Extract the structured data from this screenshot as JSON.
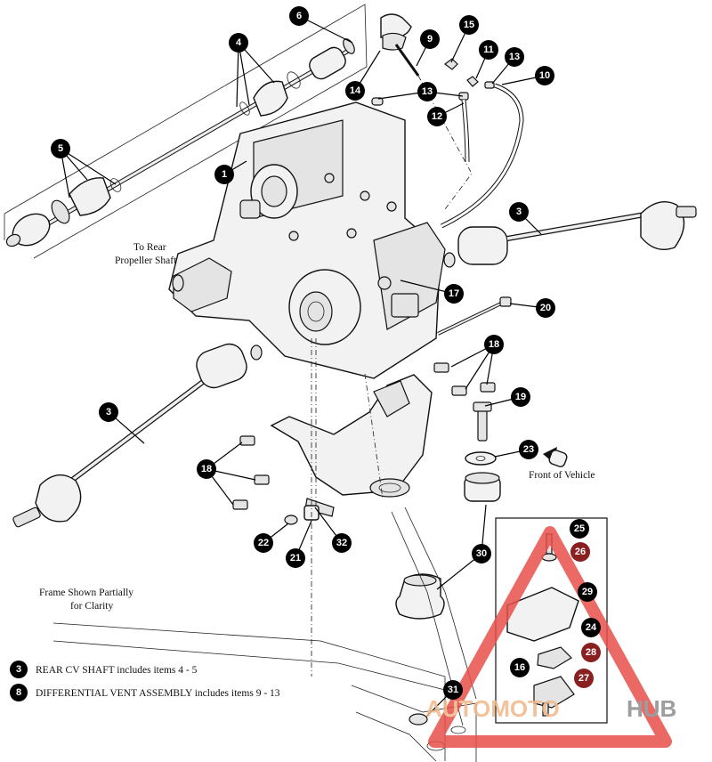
{
  "labels": {
    "to_rear": "To Rear",
    "propeller_shaft": "Propeller Shaft",
    "front_of_vehicle": "Front of Vehicle",
    "frame_note_1": "Frame Shown Partially",
    "frame_note_2": "for Clarity"
  },
  "legend": [
    {
      "num": "3",
      "text": "REAR CV SHAFT includes items 4 - 5"
    },
    {
      "num": "8",
      "text": "DIFFERENTIAL VENT ASSEMBLY includes items 9 - 13"
    }
  ],
  "callouts": [
    "1",
    "3",
    "3",
    "4",
    "5",
    "6",
    "9",
    "10",
    "11",
    "12",
    "13",
    "13",
    "14",
    "15",
    "16",
    "17",
    "18",
    "18",
    "19",
    "20",
    "21",
    "22",
    "23",
    "24",
    "25",
    "26",
    "27",
    "28",
    "29",
    "30",
    "31",
    "32"
  ],
  "watermark": {
    "text_a": "AUTOMOTO",
    "text_b": "HUB",
    "color_a": "#f0b88a",
    "color_b": "#8c8c8c",
    "triangle_color": "#e8504a"
  },
  "colors": {
    "callout": "#000000",
    "callout_red": "#8a1f1f"
  }
}
